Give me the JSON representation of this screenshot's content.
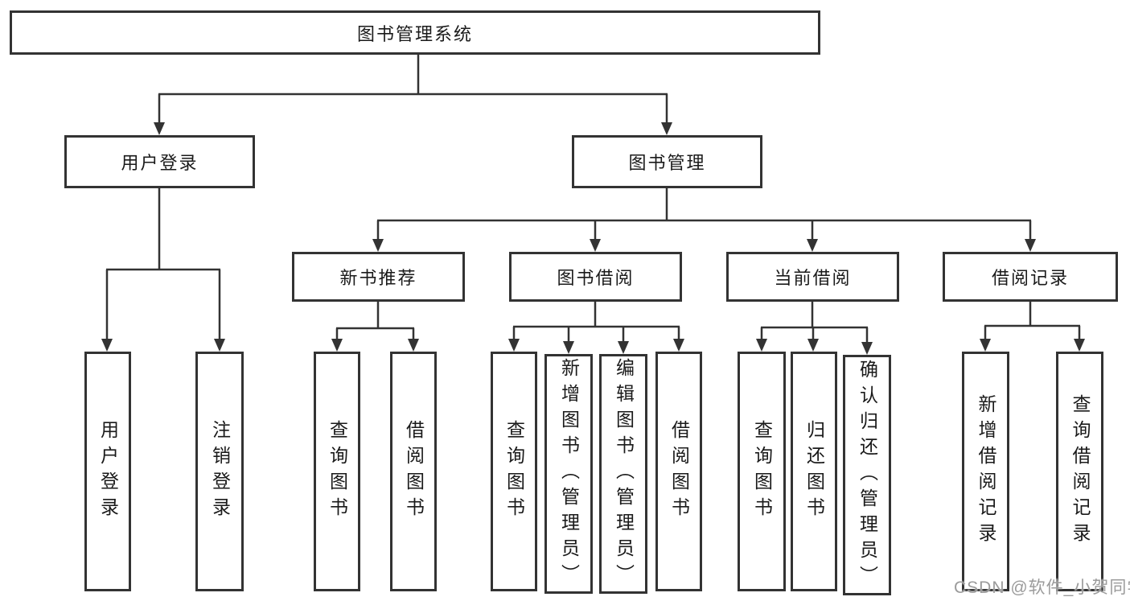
{
  "diagram": {
    "root": {
      "label": "图书管理系统"
    },
    "branches": [
      {
        "label": "用户登录",
        "children": [
          {
            "label": "用户登录"
          },
          {
            "label": "注销登录"
          }
        ]
      },
      {
        "label": "图书管理",
        "children": [
          {
            "label": "新书推荐",
            "children": [
              {
                "label": "查询图书"
              },
              {
                "label": "借阅图书"
              }
            ]
          },
          {
            "label": "图书借阅",
            "children": [
              {
                "label": "查询图书"
              },
              {
                "label": "新增图书（管理员）"
              },
              {
                "label": "编辑图书（管理员）"
              },
              {
                "label": "借阅图书"
              }
            ]
          },
          {
            "label": "当前借阅",
            "children": [
              {
                "label": "查询图书"
              },
              {
                "label": "归还图书"
              },
              {
                "label": "确认归还（管理员）"
              }
            ]
          },
          {
            "label": "借阅记录",
            "children": [
              {
                "label": "新增借阅记录"
              },
              {
                "label": "查询借阅记录"
              }
            ]
          }
        ]
      }
    ]
  },
  "watermark": {
    "text": "CSDN @软件_小贺同学"
  },
  "colors": {
    "line": "#333333",
    "box_border": "#333333",
    "text": "#1a1a1a",
    "watermark": "#9b9b9b",
    "background": "#ffffff"
  }
}
